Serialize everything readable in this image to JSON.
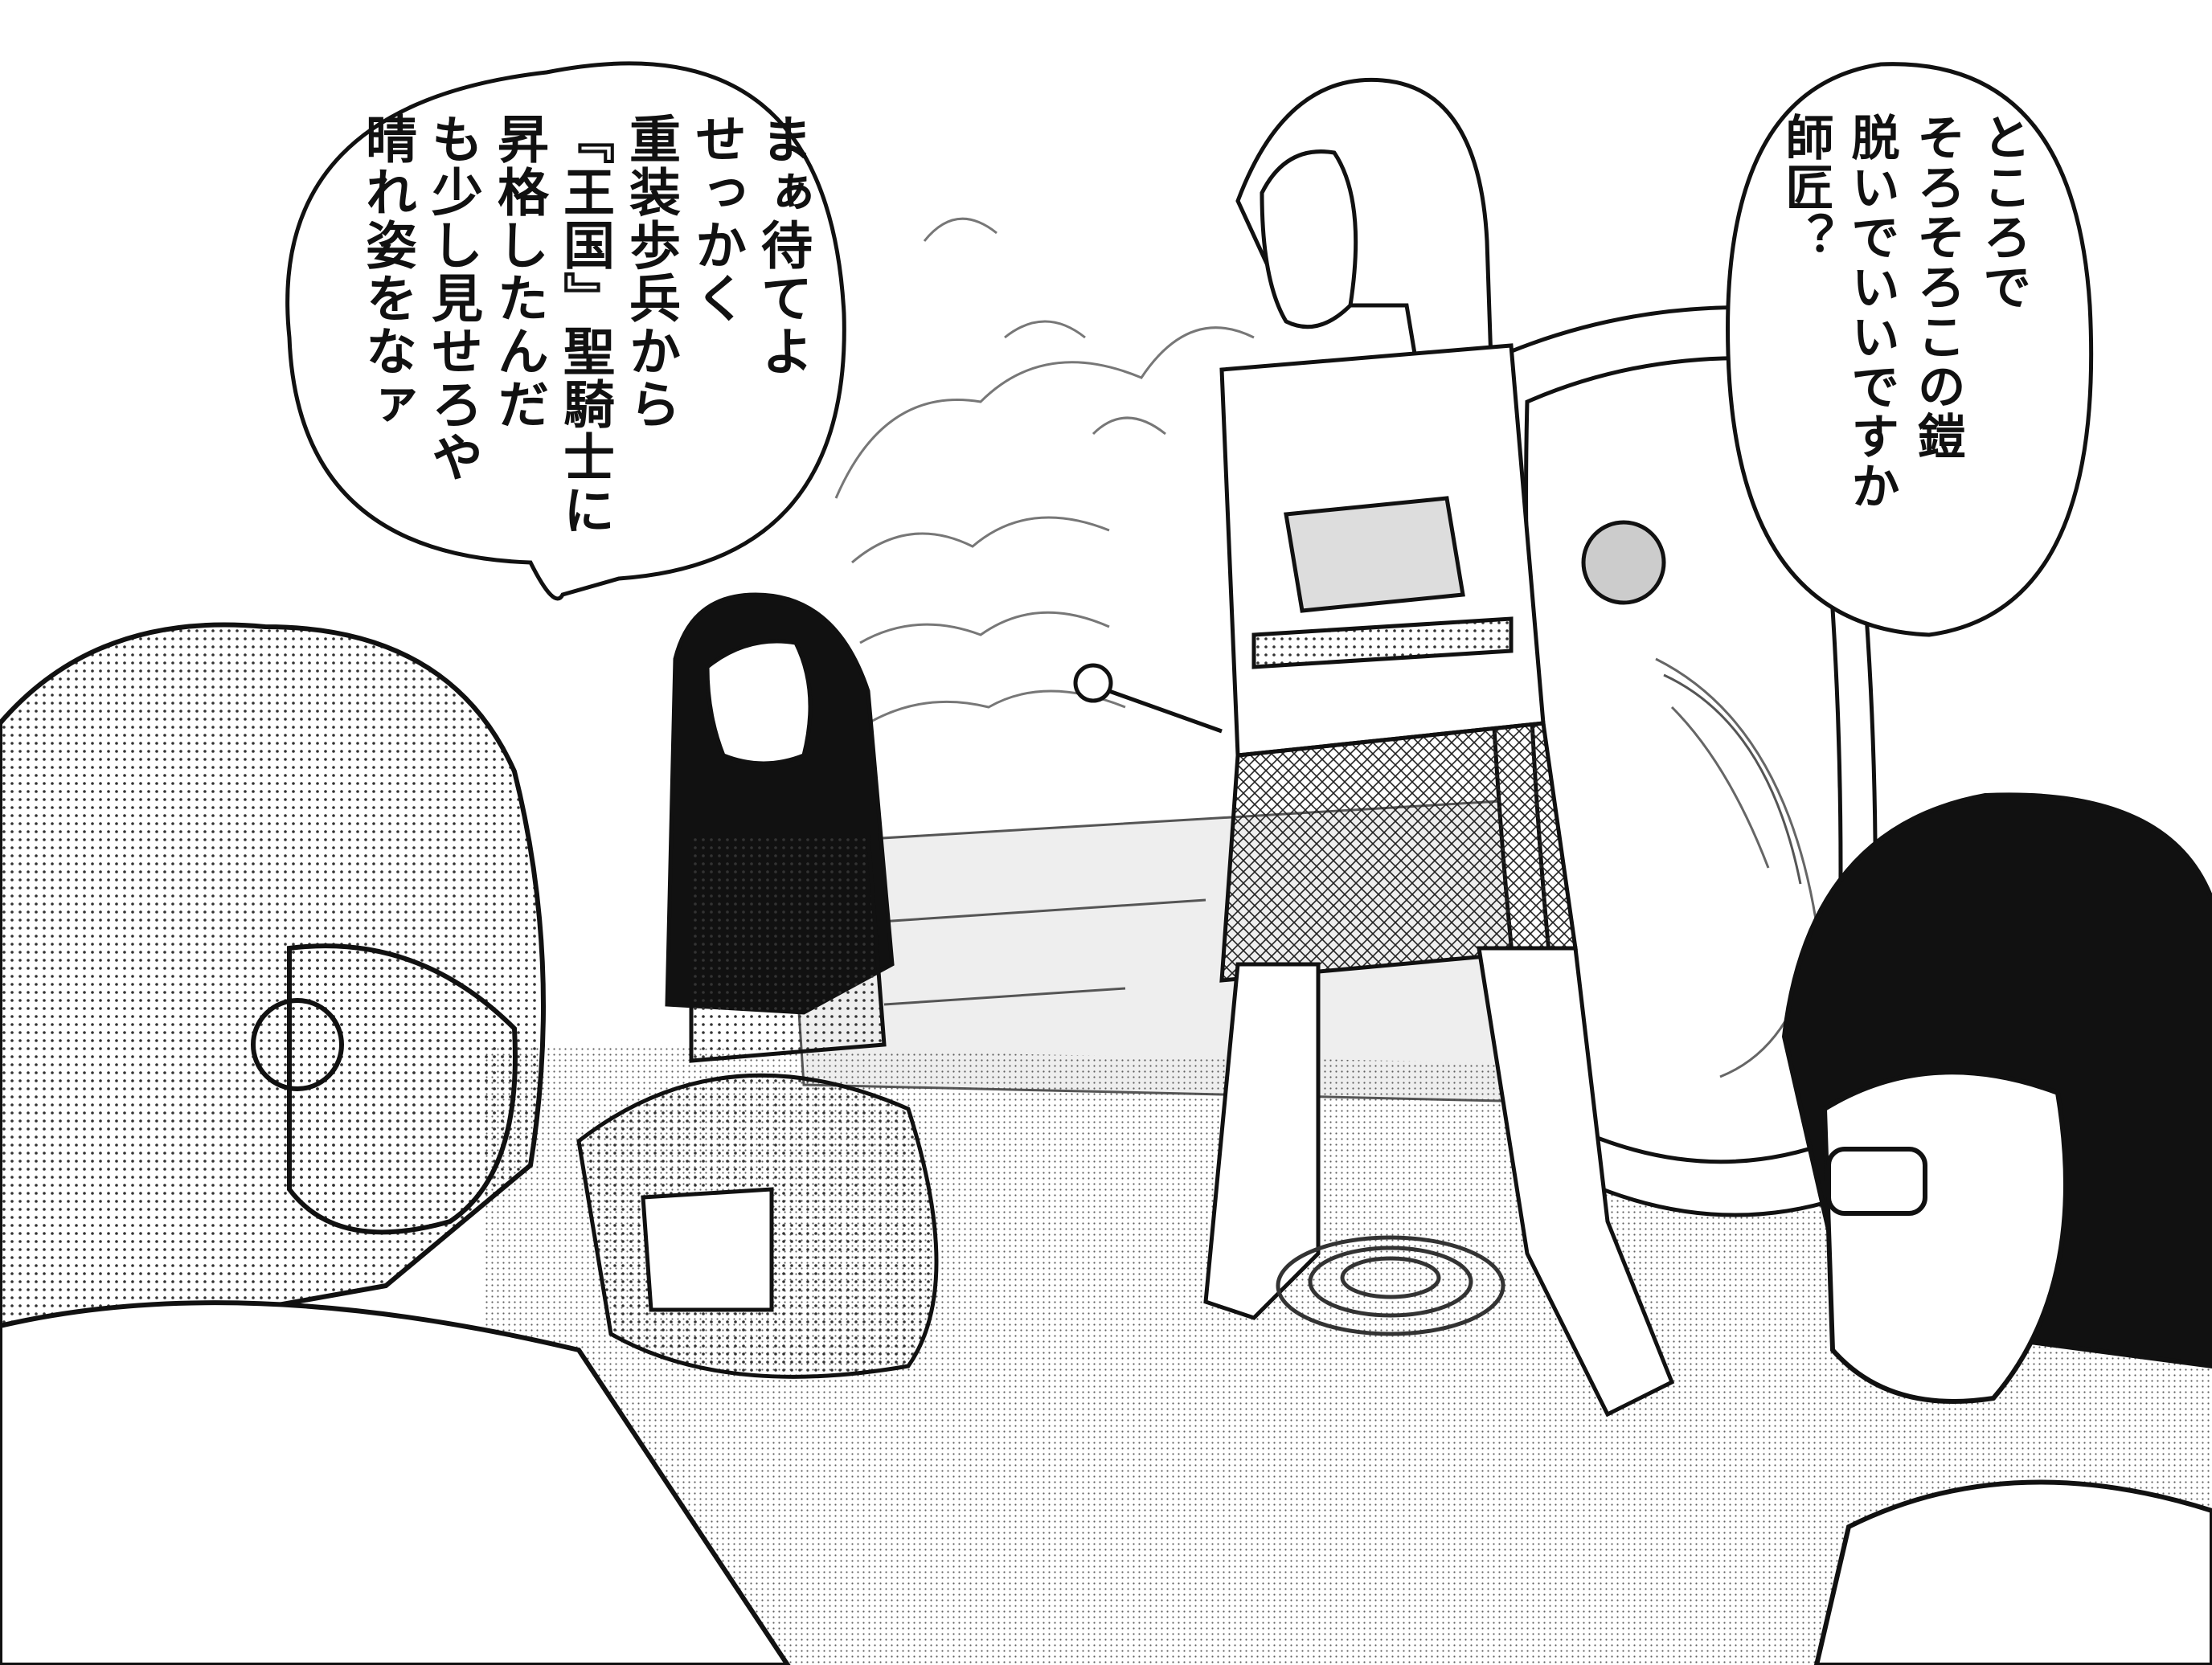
{
  "panel": {
    "colors": {
      "ink": "#111111",
      "paper": "#ffffff",
      "screentone": "#6e6e6e",
      "floor_tone": "#9a9a9a"
    }
  },
  "balloons": {
    "left": {
      "text": "まぁ待てよ\nせっかく\n重装歩兵から\n『王国』聖騎士に\n昇格したんだ\nも少し見せろや\n晴れ姿をなァ"
    },
    "right": {
      "text": "ところで\nそろそろこの鎧\n脱いでいいですか\n師匠？"
    }
  },
  "characters": [
    {
      "id": "curly-haired-man",
      "role": "speaker-left"
    },
    {
      "id": "long-haired-girl",
      "role": "sitting"
    },
    {
      "id": "armored-knight",
      "role": "speaker-right"
    },
    {
      "id": "glasses-man",
      "role": "observer"
    }
  ]
}
